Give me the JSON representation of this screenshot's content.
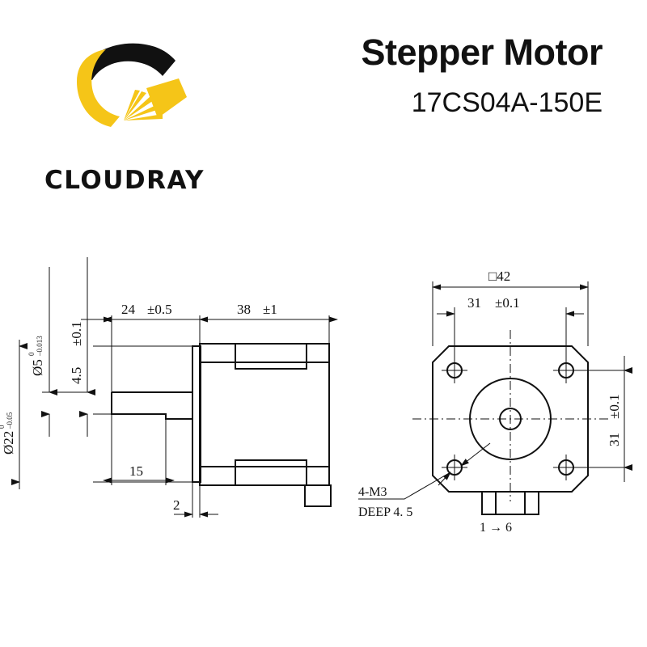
{
  "brand": {
    "name": "CLOUDRAY",
    "logo_icon": "cloudray-crescent-sun-logo",
    "colors": {
      "black": "#111111",
      "yellow": "#F5C518"
    }
  },
  "header": {
    "title": "Stepper Motor",
    "model": "17CS04A-150E"
  },
  "drawing": {
    "side_view": {
      "name": "side-view",
      "dimensions": {
        "shaft_length": {
          "value": "24",
          "tolerance": "±0.5"
        },
        "body_length": {
          "value": "38",
          "tolerance": "±1"
        },
        "flat_length": {
          "value": "15",
          "tolerance": ""
        },
        "step_width": {
          "value": "2",
          "tolerance": ""
        },
        "shaft_dia": {
          "value": "Ø5",
          "tol_upper": "0",
          "tol_lower": "–0.013"
        },
        "flat_height": {
          "value": "4.5",
          "tolerance": "±0.1"
        },
        "boss_dia": {
          "value": "Ø22",
          "tol_upper": "0",
          "tol_lower": "–0.05"
        }
      }
    },
    "front_view": {
      "name": "front-view",
      "dimensions": {
        "frame_size": {
          "value": "□42"
        },
        "hole_pitch_horizontal": {
          "value": "31",
          "tolerance": "±0.1"
        },
        "hole_pitch_vertical": {
          "value": "31",
          "tolerance": "±0.1"
        }
      },
      "notes": {
        "thread": "4-M3",
        "thread_depth": "DEEP 4. 5",
        "connector_pins": "1 → 6"
      }
    }
  }
}
